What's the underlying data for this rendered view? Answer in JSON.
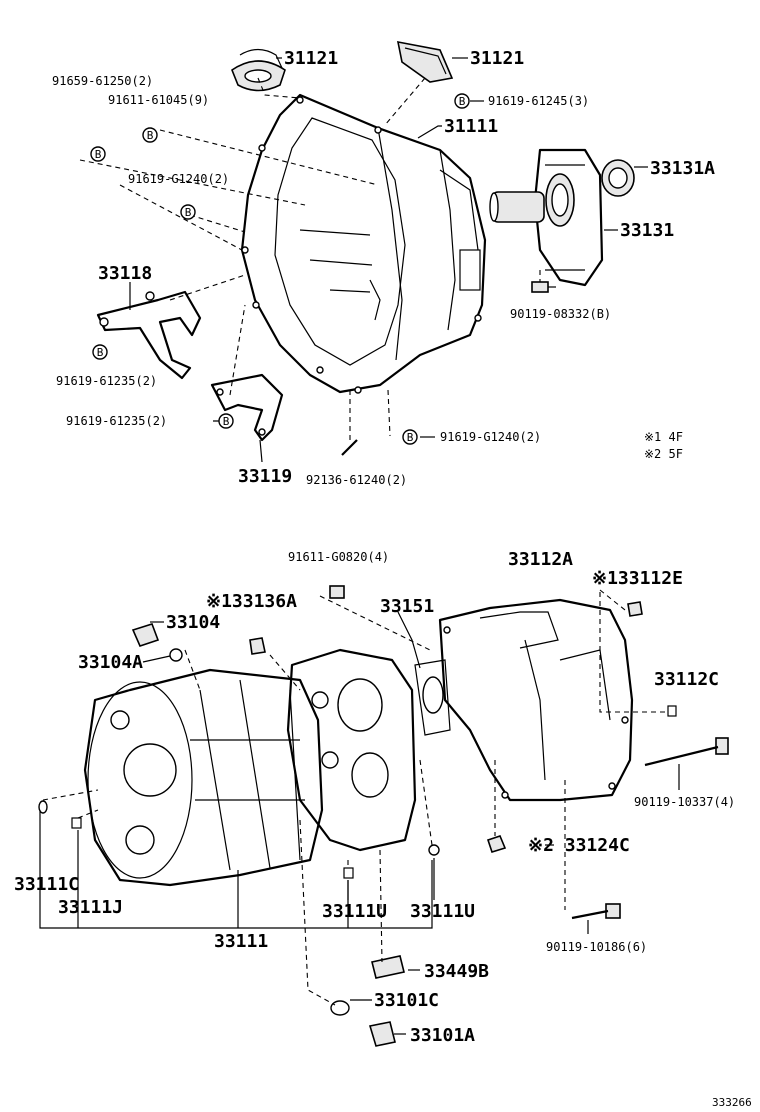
{
  "upper": {
    "p31121_left": "31121",
    "p31121_right": "31121",
    "p91659": "91659-61250(2)",
    "p91611_61045": "91611-61045(9)",
    "p91619_61245": "91619-61245(3)",
    "p31111": "31111",
    "p33131A": "33131A",
    "p91619_G1240_a": "91619-G1240(2)",
    "p33131": "33131",
    "p33118": "33118",
    "p90119_08332": "90119-08332(B)",
    "p91619_61235_a": "91619-61235(2)",
    "p91619_61235_b": "91619-61235(2)",
    "p33119": "33119",
    "p92136": "92136-61240(2)",
    "p91619_G1240_b": "91619-G1240(2)",
    "note1": "※1 4F",
    "note2": "※2 5F",
    "b_mark": "B"
  },
  "lower": {
    "p91611_G0820": "91611-G0820(4)",
    "p33112A": "33112A",
    "p33112E": "※133112E",
    "p33136A": "※133136A",
    "p33151": "33151",
    "p33104": "33104",
    "p33104A": "33104A",
    "p33112C": "33112C",
    "p90119_10337": "90119-10337(4)",
    "p33124C": "※2 33124C",
    "p33111C": "33111C",
    "p33111J": "33111J",
    "p33111U_a": "33111U",
    "p33111U_b": "33111U",
    "p33111": "33111",
    "p90119_10186": "90119-10186(6)",
    "p33449B": "33449B",
    "p33101C": "33101C",
    "p33101A": "33101A"
  },
  "footer": {
    "code": "333266"
  }
}
